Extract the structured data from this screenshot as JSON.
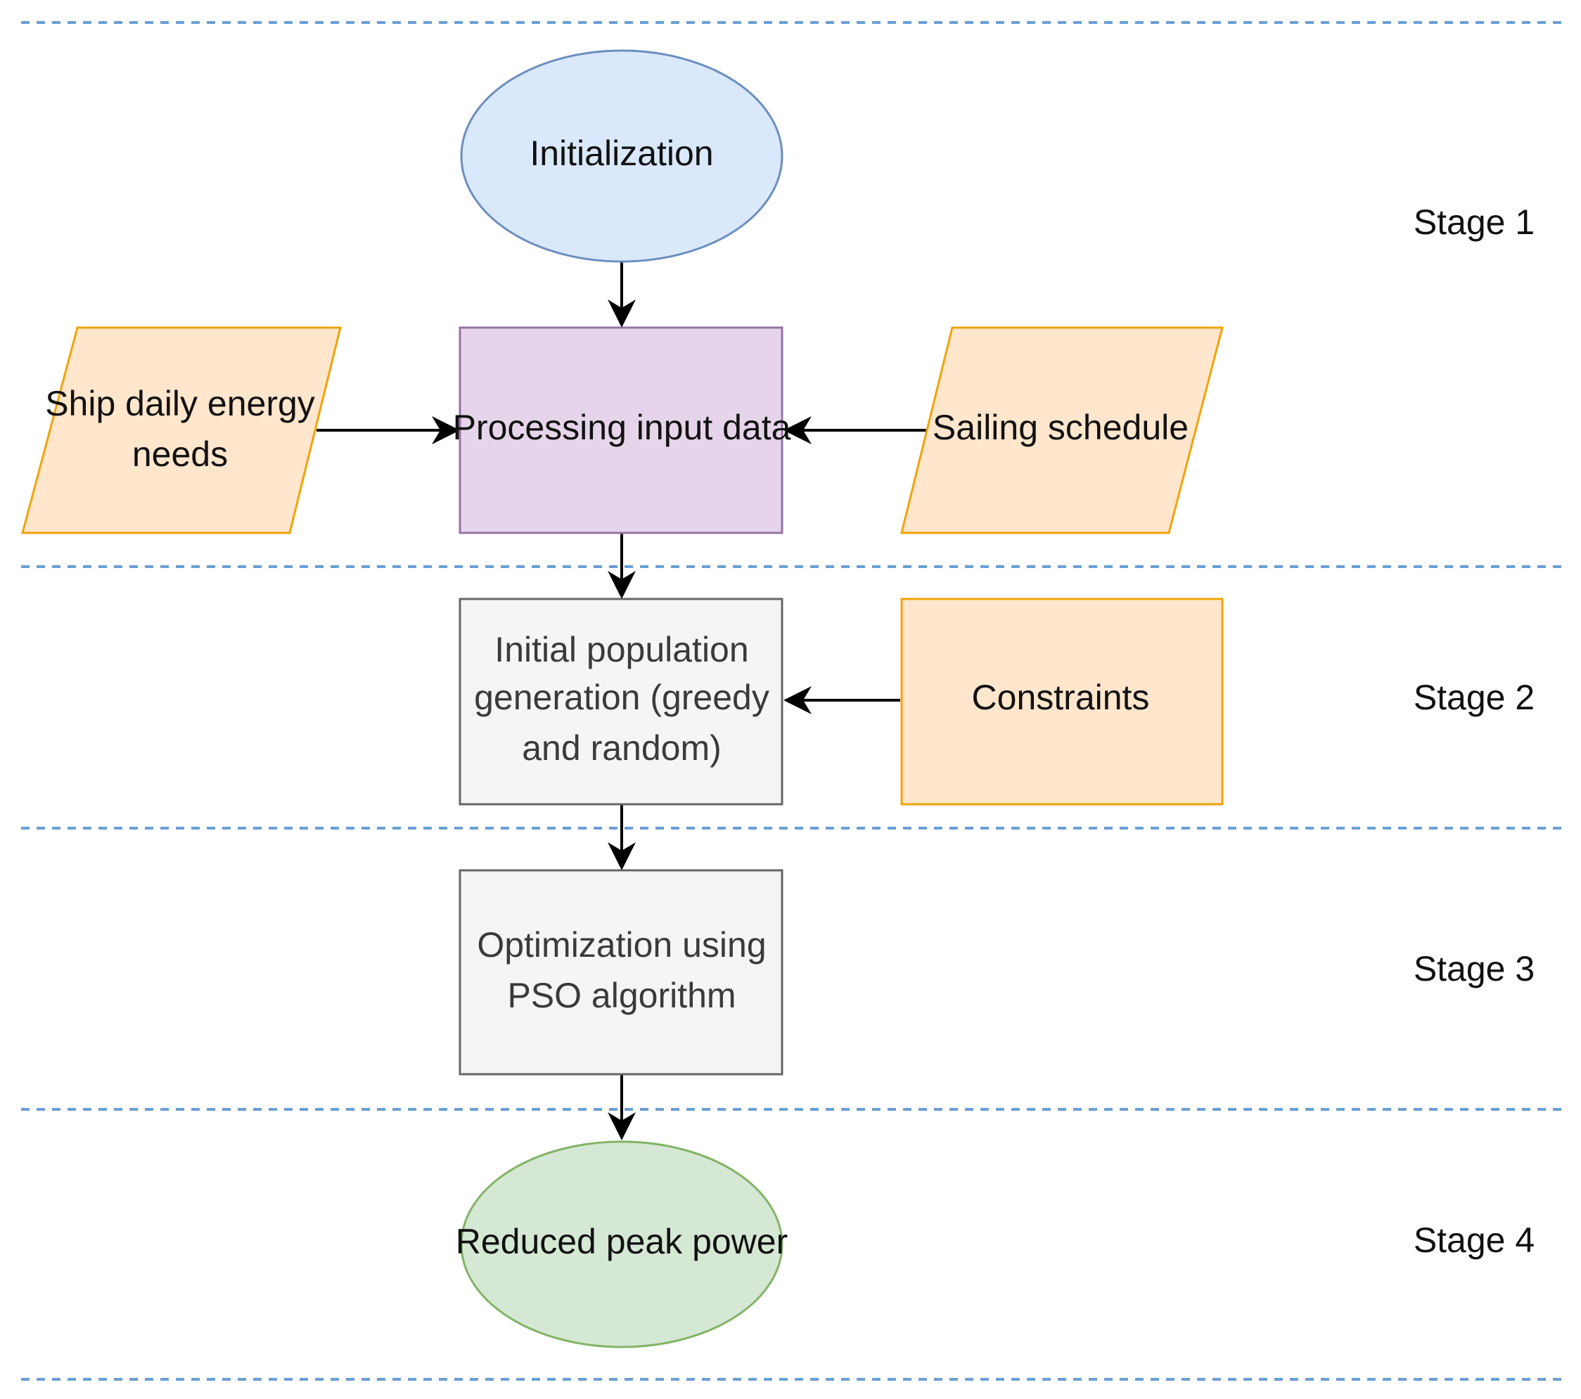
{
  "nodes": {
    "initialization": {
      "text": "Initialization",
      "fill": "#dae8fc",
      "stroke": "#6c8ebf"
    },
    "ship_daily_energy_needs": {
      "lines": [
        "Ship daily energy",
        "needs"
      ],
      "fill": "#ffe6cc",
      "stroke": "#f0a30a"
    },
    "processing_input_data": {
      "text": "Processing input data",
      "fill": "#e6d5ea",
      "stroke": "#9673a6"
    },
    "sailing_schedule": {
      "text": "Sailing schedule",
      "fill": "#ffe6cc",
      "stroke": "#f0a30a"
    },
    "initial_population": {
      "lines": [
        "Initial population",
        "generation (greedy",
        "and random)"
      ],
      "fill": "#f5f5f5",
      "stroke": "#666666"
    },
    "constraints": {
      "text": "Constraints",
      "fill": "#ffe6cc",
      "stroke": "#f0a30a"
    },
    "optimization": {
      "lines": [
        "Optimization using",
        "PSO algorithm"
      ],
      "fill": "#f5f5f5",
      "stroke": "#666666"
    },
    "reduced_peak_power": {
      "text": "Reduced peak power",
      "fill": "#d5e8d4",
      "stroke": "#82b366"
    }
  },
  "stages": [
    "Stage 1",
    "Stage 2",
    "Stage 3",
    "Stage 4"
  ],
  "colors": {
    "divider": "#6a9fd4",
    "arrow": "#000000"
  }
}
